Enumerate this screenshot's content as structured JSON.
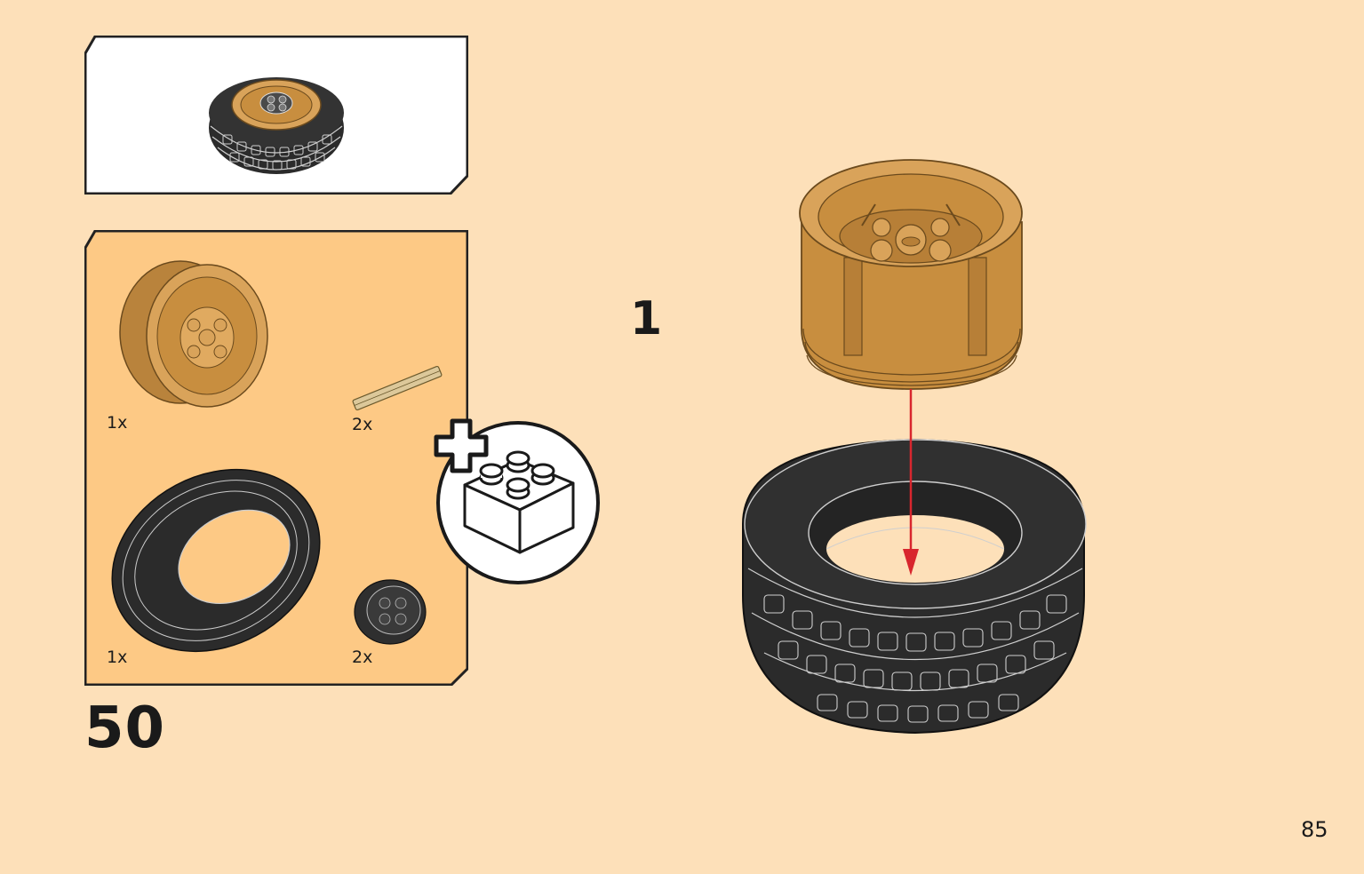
{
  "step": {
    "number": "50",
    "sub_step": "1"
  },
  "page": {
    "number": "85"
  },
  "parts_list": {
    "items": [
      {
        "name": "wheel-rim",
        "qty": "1x"
      },
      {
        "name": "axle",
        "qty": "2x"
      },
      {
        "name": "tire",
        "qty": "1x"
      },
      {
        "name": "hub-connector",
        "qty": "2x"
      }
    ]
  },
  "colors": {
    "page_background": "#fde0b9",
    "parts_panel": "#fdc985",
    "rim": "#d9a35a",
    "tire": "#2b2b2b",
    "arrow": "#d8262e"
  },
  "icons": {
    "add_bricks": "plus-brick-icon"
  }
}
